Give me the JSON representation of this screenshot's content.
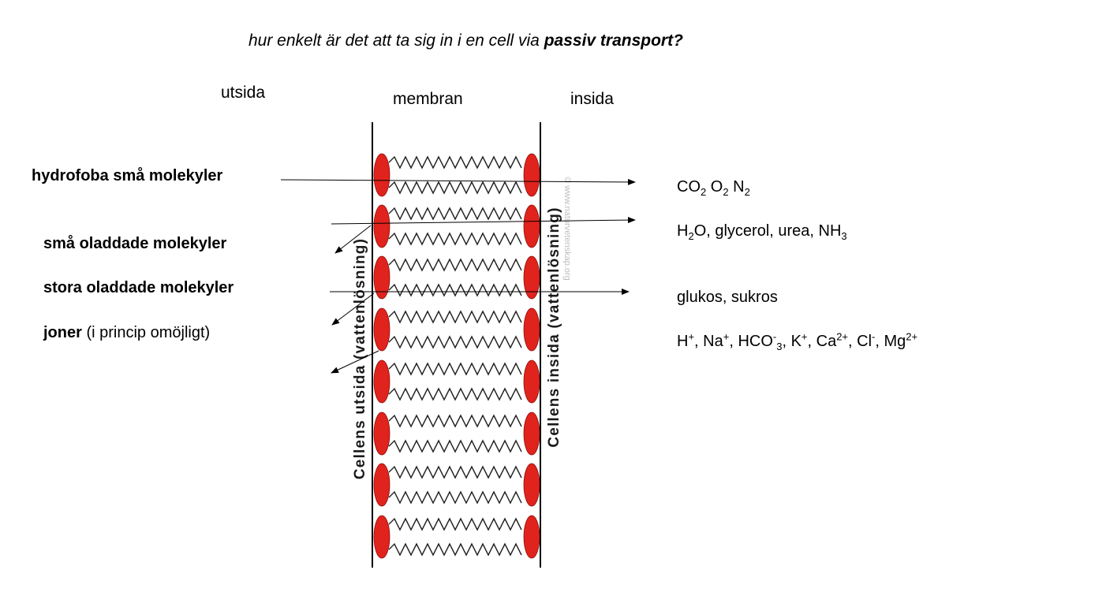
{
  "title": {
    "prefix": "hur enkelt är det att ta sig in i en cell via ",
    "bold": "passiv transport?"
  },
  "labels": {
    "outside": "utsida",
    "membrane": "membran",
    "inside": "insida"
  },
  "side_labels": {
    "left": "Cellens utsida (vattenlösning)",
    "right": "Cellens insida (vattenlösning)",
    "watermark": "© www.naturvetenskap.org"
  },
  "molecules": [
    {
      "bold": "hydrofoba små molekyler",
      "rest": ""
    },
    {
      "bold": "små oladdade molekyler",
      "rest": ""
    },
    {
      "bold": "stora oladdade molekyler",
      "rest": ""
    },
    {
      "bold": "joner",
      "rest": " (i princip omöjligt)"
    }
  ],
  "examples": {
    "hydrophobic": {
      "co": "CO",
      "co_sub": "2",
      "o": "O",
      "o_sub": "2",
      "n": "N",
      "n_sub": "2"
    },
    "small": {
      "h": "H",
      "h_sub": "2",
      "rest": "O, glycerol, urea, NH",
      "nh_sub": "3"
    },
    "large": "glukos, sukros",
    "ions": {
      "h": "H",
      "h_sup": "+",
      "na": ", Na",
      "na_sup": "+",
      "hco": ", HCO",
      "hco_sup": "-",
      "hco_sub": "3",
      "k": ", K",
      "k_sup": "+",
      "ca": ", Ca",
      "ca_sup": "2+",
      "cl": ", Cl",
      "cl_sup": "-",
      "mg": ", Mg",
      "mg_sup": "2+"
    }
  },
  "colors": {
    "head": "#e0231c",
    "head_stroke": "#8a0f0b",
    "line": "#000000",
    "watermark": "#bdbdbd"
  }
}
